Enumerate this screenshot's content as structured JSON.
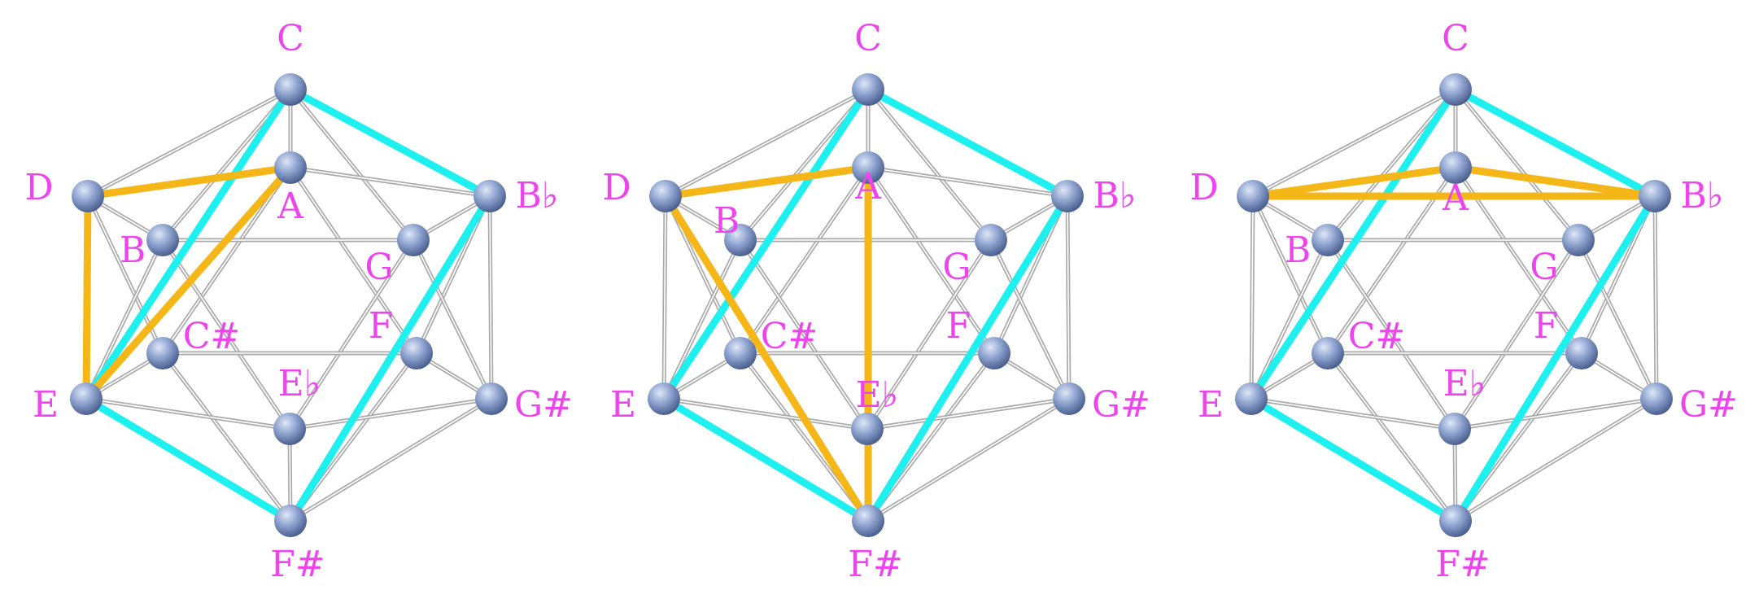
{
  "colors": {
    "edge": "#aaaaaa",
    "triangle": "#f5b617",
    "hexagon": "#1ef0ef",
    "label": "#ee44ee",
    "node_light": "#dfe7f7",
    "node_mid": "#8ea3cf",
    "node_dark": "#3f5383"
  },
  "nodes": [
    {
      "id": "C",
      "label": "C"
    },
    {
      "id": "A",
      "label": "A"
    },
    {
      "id": "D",
      "label": "D"
    },
    {
      "id": "Bb",
      "label": "B♭"
    },
    {
      "id": "B",
      "label": "B"
    },
    {
      "id": "G",
      "label": "G"
    },
    {
      "id": "Cs",
      "label": "C#"
    },
    {
      "id": "F",
      "label": "F"
    },
    {
      "id": "E",
      "label": "E"
    },
    {
      "id": "Gs",
      "label": "G#"
    },
    {
      "id": "Eb",
      "label": "E♭"
    },
    {
      "id": "Fs",
      "label": "F#"
    }
  ],
  "edges": [
    [
      "C",
      "A"
    ],
    [
      "C",
      "D"
    ],
    [
      "C",
      "Bb"
    ],
    [
      "C",
      "B"
    ],
    [
      "C",
      "G"
    ],
    [
      "A",
      "D"
    ],
    [
      "A",
      "Bb"
    ],
    [
      "A",
      "Cs"
    ],
    [
      "A",
      "F"
    ],
    [
      "D",
      "B"
    ],
    [
      "D",
      "E"
    ],
    [
      "D",
      "Cs"
    ],
    [
      "Bb",
      "G"
    ],
    [
      "Bb",
      "Gs"
    ],
    [
      "Bb",
      "F"
    ],
    [
      "B",
      "G"
    ],
    [
      "B",
      "E"
    ],
    [
      "B",
      "Eb"
    ],
    [
      "G",
      "Gs"
    ],
    [
      "G",
      "Eb"
    ],
    [
      "Cs",
      "F"
    ],
    [
      "Cs",
      "E"
    ],
    [
      "Cs",
      "Fs"
    ],
    [
      "F",
      "Gs"
    ],
    [
      "F",
      "Fs"
    ],
    [
      "E",
      "Eb"
    ],
    [
      "E",
      "Fs"
    ],
    [
      "Gs",
      "Eb"
    ],
    [
      "Gs",
      "Fs"
    ],
    [
      "Eb",
      "Fs"
    ]
  ],
  "hexagon": [
    "C",
    "Bb",
    "Fs",
    "E"
  ],
  "panels": [
    {
      "triangle": [
        "D",
        "A",
        "E"
      ]
    },
    {
      "triangle": [
        "D",
        "A",
        "Fs"
      ]
    },
    {
      "triangle": [
        "D",
        "A",
        "Bb"
      ]
    }
  ]
}
